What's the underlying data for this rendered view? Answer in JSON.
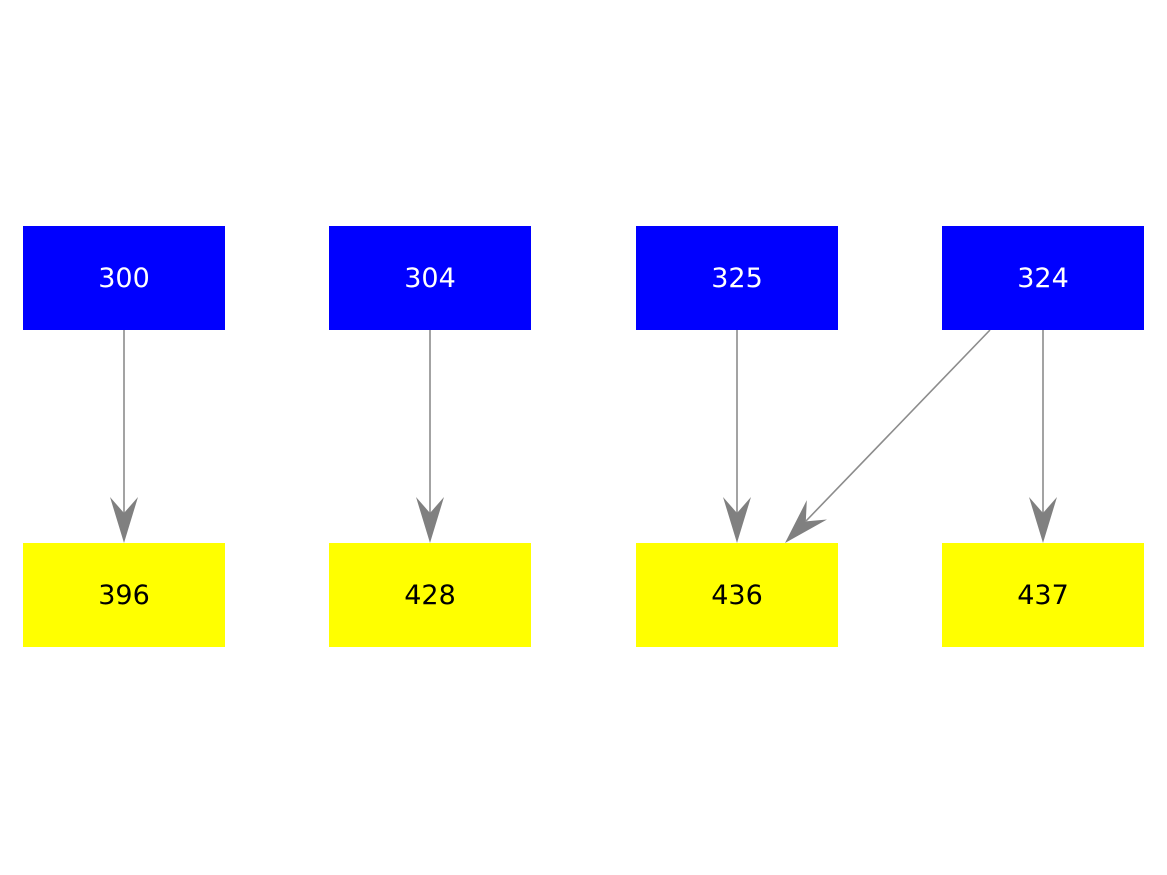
{
  "diagram": {
    "background_color": "#ffffff",
    "top_row_fill": "#0000ff",
    "top_row_text_color": "#ffffff",
    "bottom_row_fill": "#ffff00",
    "bottom_row_text_color": "#000000",
    "arrow_color": "#808080",
    "nodes": [
      {
        "id": "300",
        "label": "300",
        "row": "top"
      },
      {
        "id": "304",
        "label": "304",
        "row": "top"
      },
      {
        "id": "325",
        "label": "325",
        "row": "top"
      },
      {
        "id": "324",
        "label": "324",
        "row": "top"
      },
      {
        "id": "396",
        "label": "396",
        "row": "bottom"
      },
      {
        "id": "428",
        "label": "428",
        "row": "bottom"
      },
      {
        "id": "436",
        "label": "436",
        "row": "bottom"
      },
      {
        "id": "437",
        "label": "437",
        "row": "bottom"
      }
    ],
    "edges": [
      {
        "from": "300",
        "to": "396"
      },
      {
        "from": "304",
        "to": "428"
      },
      {
        "from": "325",
        "to": "436"
      },
      {
        "from": "324",
        "to": "436"
      },
      {
        "from": "324",
        "to": "437"
      }
    ]
  }
}
